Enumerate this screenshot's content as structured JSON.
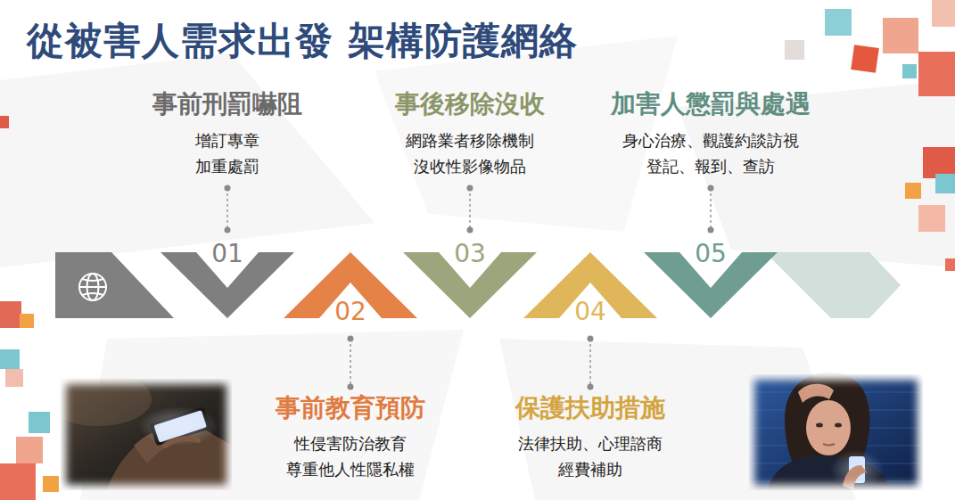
{
  "diagram": {
    "title": "從被害人需求出發 架構防護網絡",
    "nodes": [
      {
        "text": [
          "01",
          "事前刑罰嚇阻",
          "增訂專章 加重處罰"
        ]
      },
      {
        "text": [
          "02",
          "事前教育預防",
          "性侵害防治教育 尊重他人性隱私權"
        ]
      },
      {
        "text": [
          "03",
          "事後移除沒收",
          "網路業者移除機制 沒收性影像物品"
        ]
      },
      {
        "text": [
          "04",
          "保護扶助措施",
          "法律扶助、心理諮商 經費補助"
        ]
      },
      {
        "text": [
          "05",
          "加害人懲罰與處遇",
          "身心治療、觀護約談訪視 登記、報到、查訪"
        ]
      }
    ]
  }
}
